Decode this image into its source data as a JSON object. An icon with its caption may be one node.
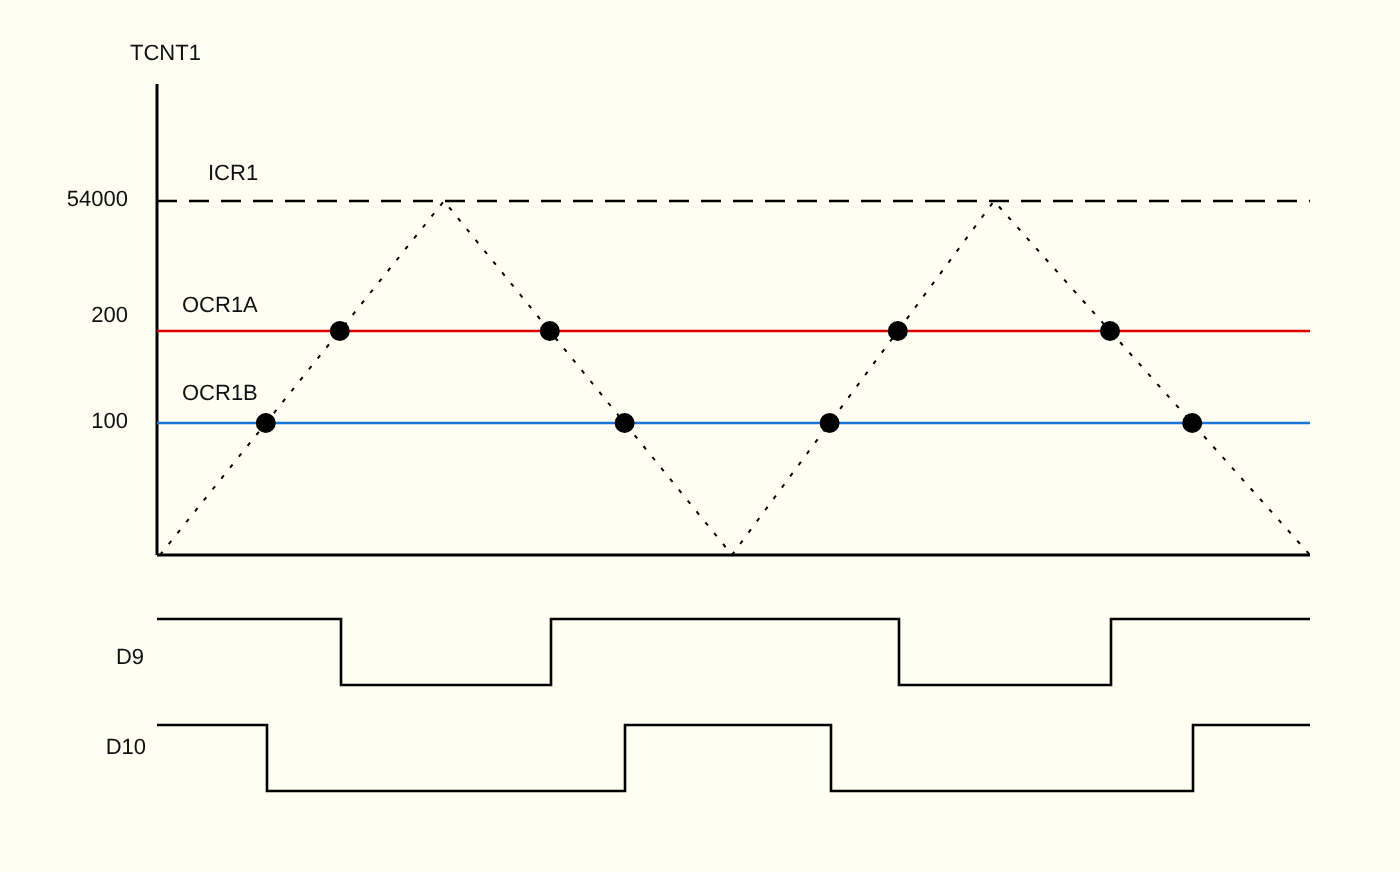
{
  "diagram": {
    "labels": [
      "TCNT1",
      "ICR1",
      "54000",
      "OCR1A",
      "200",
      "OCR1B",
      "100",
      "D9",
      "D10"
    ]
  }
}
